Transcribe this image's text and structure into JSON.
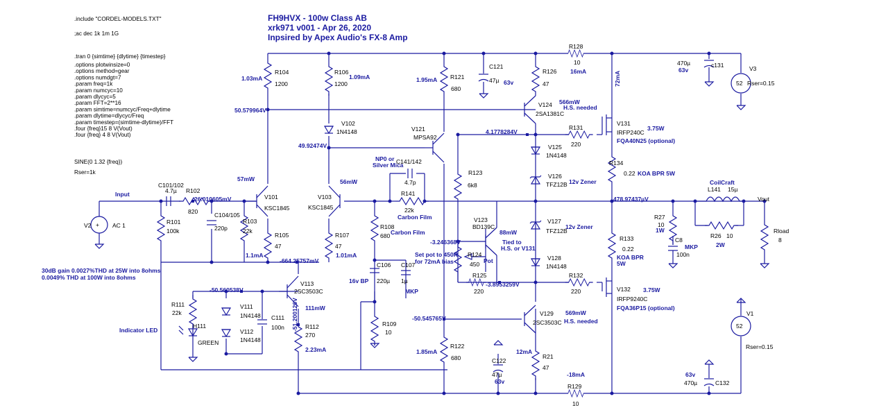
{
  "title": {
    "line1": "FH9HVX  -  100w Class AB",
    "line2": "xrk971  v001 - Apr 26, 2020",
    "line3": "Inpsired by Apex Audio's FX-8 Amp"
  },
  "directives": {
    "include": ".include \"CORDEL-MODELS.TXT\"",
    "ac": ";ac dec 1k 1m 1G",
    "tran": ".tran 0 {simtime} {dlytime} {timestep}",
    "options": [
      ".options plotwinsize=0",
      ".options method=gear",
      ".options numdgt=7",
      ".param freq=1k",
      ".param numcyc=10",
      ".param dlycyc=5",
      ".param FFT=2**16",
      ".param simtime=numcyc/Freq+dlytime",
      ".param dlytime=dlycyc/Freq",
      ".param timestep=(simtime-dlytime)/FFT",
      ".four {freq}15 8 V(Vout)",
      ".four {freq} 4 8 V(Vout)"
    ],
    "sine": "SINE(0 1.32 {freq})",
    "rser": "Rser=1k"
  },
  "gain_note": {
    "line1": "30dB gain 0.0027%THD at 25W into 8ohms",
    "line2": "0.0049% THD at 100W into 8ohms"
  },
  "labels": [
    {
      "id": "input",
      "text": "Input"
    },
    {
      "id": "v2",
      "text": "V2"
    },
    {
      "id": "ac1",
      "text": "AC 1"
    },
    {
      "id": "c101",
      "text": "C101/102"
    },
    {
      "id": "c101v",
      "text": "4.7µ"
    },
    {
      "id": "r102",
      "text": "R102"
    },
    {
      "id": "r102v",
      "text": "820"
    },
    {
      "id": "r101",
      "text": "R101"
    },
    {
      "id": "r101v",
      "text": "100k"
    },
    {
      "id": "c104",
      "text": "C104/105"
    },
    {
      "id": "c104v",
      "text": "220p"
    },
    {
      "id": "r103",
      "text": "R103"
    },
    {
      "id": "r103v",
      "text": "22k"
    },
    {
      "id": "r104",
      "text": "R104"
    },
    {
      "id": "r104v",
      "text": "1200"
    },
    {
      "id": "i104",
      "text": "1.03mA"
    },
    {
      "id": "n1",
      "text": "50.579964V"
    },
    {
      "id": "p57",
      "text": "57mW"
    },
    {
      "id": "v101",
      "text": "V101"
    },
    {
      "id": "v101t",
      "text": "KSC1845"
    },
    {
      "id": "r105",
      "text": "R105"
    },
    {
      "id": "r105v",
      "text": "47"
    },
    {
      "id": "i105",
      "text": "1.1mA"
    },
    {
      "id": "r106",
      "text": "R106"
    },
    {
      "id": "r106v",
      "text": "1200"
    },
    {
      "id": "i106",
      "text": "1.09mA"
    },
    {
      "id": "v102",
      "text": "V102"
    },
    {
      "id": "v102t",
      "text": "1N4148"
    },
    {
      "id": "n2",
      "text": "49.92474V"
    },
    {
      "id": "v103",
      "text": "V103"
    },
    {
      "id": "v103t",
      "text": "KSC1845"
    },
    {
      "id": "p56",
      "text": "56mW"
    },
    {
      "id": "r107",
      "text": "R107"
    },
    {
      "id": "r107v",
      "text": "47"
    },
    {
      "id": "i107",
      "text": "1.01mA"
    },
    {
      "id": "n3",
      "text": "-664.25757mV"
    },
    {
      "id": "n4",
      "text": "26.010605mV"
    },
    {
      "id": "r111",
      "text": "R111"
    },
    {
      "id": "r111v",
      "text": "22k"
    },
    {
      "id": "h111",
      "text": "H111"
    },
    {
      "id": "green",
      "text": "GREEN"
    },
    {
      "id": "led",
      "text": "Indicator LED"
    },
    {
      "id": "n5",
      "text": "-50.560538V"
    },
    {
      "id": "v111",
      "text": "V111"
    },
    {
      "id": "v111t",
      "text": "1N4148"
    },
    {
      "id": "v112",
      "text": "V112"
    },
    {
      "id": "v112t",
      "text": "1N4148"
    },
    {
      "id": "c111",
      "text": "C111"
    },
    {
      "id": "c111v",
      "text": "100n"
    },
    {
      "id": "v113",
      "text": "V113"
    },
    {
      "id": "v113t",
      "text": "2SC3503C"
    },
    {
      "id": "p111",
      "text": "111mW"
    },
    {
      "id": "n6",
      "text": "-51.200126V"
    },
    {
      "id": "r112",
      "text": "R112"
    },
    {
      "id": "r112v",
      "text": "270"
    },
    {
      "id": "i112",
      "text": "2.23mA"
    },
    {
      "id": "np0",
      "text": "NP0 or"
    },
    {
      "id": "silver",
      "text": "Silver Mica"
    },
    {
      "id": "c141",
      "text": "C141/142"
    },
    {
      "id": "c141v",
      "text": "4.7p"
    },
    {
      "id": "r141",
      "text": "R141"
    },
    {
      "id": "r141v",
      "text": "22k"
    },
    {
      "id": "carbon1",
      "text": "Carbon Film"
    },
    {
      "id": "r108",
      "text": "R108"
    },
    {
      "id": "r108v",
      "text": "680"
    },
    {
      "id": "carbon2",
      "text": "Carbon Film"
    },
    {
      "id": "c106",
      "text": "C106"
    },
    {
      "id": "c106v",
      "text": "220µ"
    },
    {
      "id": "bp16",
      "text": "16v BP"
    },
    {
      "id": "c107",
      "text": "C107"
    },
    {
      "id": "c107v",
      "text": "1µ"
    },
    {
      "id": "mkp1",
      "text": "MKP"
    },
    {
      "id": "r109",
      "text": "R109"
    },
    {
      "id": "r109v",
      "text": "10"
    },
    {
      "id": "r121",
      "text": "R121"
    },
    {
      "id": "r121v",
      "text": "680"
    },
    {
      "id": "i121",
      "text": "1.95mA"
    },
    {
      "id": "v121",
      "text": "V121"
    },
    {
      "id": "v121t",
      "text": "MPSA92"
    },
    {
      "id": "c121",
      "text": "C121"
    },
    {
      "id": "c121v",
      "text": "47µ"
    },
    {
      "id": "c121w",
      "text": "63v"
    },
    {
      "id": "r126",
      "text": "R126"
    },
    {
      "id": "r126v",
      "text": "47"
    },
    {
      "id": "v124",
      "text": "V124"
    },
    {
      "id": "v124t",
      "text": "2SA1381C"
    },
    {
      "id": "p566",
      "text": "566mW"
    },
    {
      "id": "hs1",
      "text": "H.S. needed"
    },
    {
      "id": "n7",
      "text": "4.1778284V"
    },
    {
      "id": "r128",
      "text": "R128"
    },
    {
      "id": "r128v",
      "text": "10"
    },
    {
      "id": "i128",
      "text": "16mA"
    },
    {
      "id": "r123",
      "text": "R123"
    },
    {
      "id": "r123v",
      "text": "6k8"
    },
    {
      "id": "v125",
      "text": "V125"
    },
    {
      "id": "v125t",
      "text": "1N4148"
    },
    {
      "id": "v126",
      "text": "V126"
    },
    {
      "id": "v126t",
      "text": "TFZ12B"
    },
    {
      "id": "z12a",
      "text": "12v Zener"
    },
    {
      "id": "r131",
      "text": "R131"
    },
    {
      "id": "r131v",
      "text": "220"
    },
    {
      "id": "v131",
      "text": "V131"
    },
    {
      "id": "v131t",
      "text": "IRFP240C"
    },
    {
      "id": "p375a",
      "text": "3.75W"
    },
    {
      "id": "fqa40",
      "text": "FQA40N25 (optional)"
    },
    {
      "id": "i72",
      "text": "72mA"
    },
    {
      "id": "r134",
      "text": "R134"
    },
    {
      "id": "r134v",
      "text": "0.22"
    },
    {
      "id": "koa1",
      "text": "KOA BPR 5W"
    },
    {
      "id": "n8",
      "text": "478.97437µV"
    },
    {
      "id": "v123",
      "text": "V123"
    },
    {
      "id": "v123t",
      "text": "BD139C"
    },
    {
      "id": "p88",
      "text": "88mW"
    },
    {
      "id": "tied1",
      "text": "Tied to"
    },
    {
      "id": "tied2",
      "text": "H.S. or V131"
    },
    {
      "id": "n9",
      "text": "-3.246368V"
    },
    {
      "id": "r124",
      "text": "R124"
    },
    {
      "id": "r124v",
      "text": "450"
    },
    {
      "id": "pot",
      "text": "Pot"
    },
    {
      "id": "setpot1",
      "text": "Set pot to 450R"
    },
    {
      "id": "setpot2",
      "text": "for 72mA bias"
    },
    {
      "id": "r125",
      "text": "R125"
    },
    {
      "id": "r125v",
      "text": "220"
    },
    {
      "id": "n10",
      "text": "-3.8953259V"
    },
    {
      "id": "v127",
      "text": "V127"
    },
    {
      "id": "v127t",
      "text": "TFZ12B"
    },
    {
      "id": "z12b",
      "text": "12v Zener"
    },
    {
      "id": "v128",
      "text": "V128"
    },
    {
      "id": "v128t",
      "text": "1N4148"
    },
    {
      "id": "r132",
      "text": "R132"
    },
    {
      "id": "r132v",
      "text": "220"
    },
    {
      "id": "v132",
      "text": "V132"
    },
    {
      "id": "v132t",
      "text": "IRFP9240C"
    },
    {
      "id": "p375b",
      "text": "3.75W"
    },
    {
      "id": "fqa36",
      "text": "FQA36P15 (optional)"
    },
    {
      "id": "r133",
      "text": "R133"
    },
    {
      "id": "r133v",
      "text": "0.22"
    },
    {
      "id": "koa2",
      "text": "KOA BPR"
    },
    {
      "id": "koa2w",
      "text": "5W"
    },
    {
      "id": "n11",
      "text": "-50.545765V"
    },
    {
      "id": "v129",
      "text": "V129"
    },
    {
      "id": "v129t",
      "text": "2SC3503C"
    },
    {
      "id": "p569",
      "text": "569mW"
    },
    {
      "id": "hs2",
      "text": "H.S. needed"
    },
    {
      "id": "r122",
      "text": "R122"
    },
    {
      "id": "r122v",
      "text": "680"
    },
    {
      "id": "i122",
      "text": "1.85mA"
    },
    {
      "id": "c122",
      "text": "C122"
    },
    {
      "id": "c122v",
      "text": "47µ"
    },
    {
      "id": "c122w",
      "text": "63v"
    },
    {
      "id": "i12",
      "text": "12mA"
    },
    {
      "id": "r21",
      "text": "R21"
    },
    {
      "id": "r21v",
      "text": "47"
    },
    {
      "id": "i18",
      "text": "-18mA"
    },
    {
      "id": "r129",
      "text": "R129"
    },
    {
      "id": "r129v",
      "text": "10"
    },
    {
      "id": "c131v",
      "text": "470µ"
    },
    {
      "id": "c131w",
      "text": "63v"
    },
    {
      "id": "c131",
      "text": "c131"
    },
    {
      "id": "v3",
      "text": "V3"
    },
    {
      "id": "v3v",
      "text": "52"
    },
    {
      "id": "rser3",
      "text": "Rser=0.15"
    },
    {
      "id": "coil",
      "text": "CoilCraft"
    },
    {
      "id": "l141",
      "text": "L141"
    },
    {
      "id": "l141v",
      "text": "15µ"
    },
    {
      "id": "vout",
      "text": "Vout"
    },
    {
      "id": "r27",
      "text": "R27"
    },
    {
      "id": "r27v",
      "text": "10"
    },
    {
      "id": "r27w",
      "text": "1W"
    },
    {
      "id": "c8",
      "text": "C8"
    },
    {
      "id": "c8v",
      "text": "100n"
    },
    {
      "id": "mkp2",
      "text": "MKP"
    },
    {
      "id": "r26",
      "text": "R26"
    },
    {
      "id": "r26v",
      "text": "10"
    },
    {
      "id": "r26w",
      "text": "2W"
    },
    {
      "id": "rload",
      "text": "Rload"
    },
    {
      "id": "rloadv",
      "text": "8"
    },
    {
      "id": "v1",
      "text": "V1"
    },
    {
      "id": "v1v",
      "text": "52"
    },
    {
      "id": "rser1",
      "text": "Rser=0.15"
    },
    {
      "id": "c132v",
      "text": "470µ"
    },
    {
      "id": "c132w",
      "text": "63v"
    },
    {
      "id": "c132",
      "text": "C132"
    }
  ]
}
